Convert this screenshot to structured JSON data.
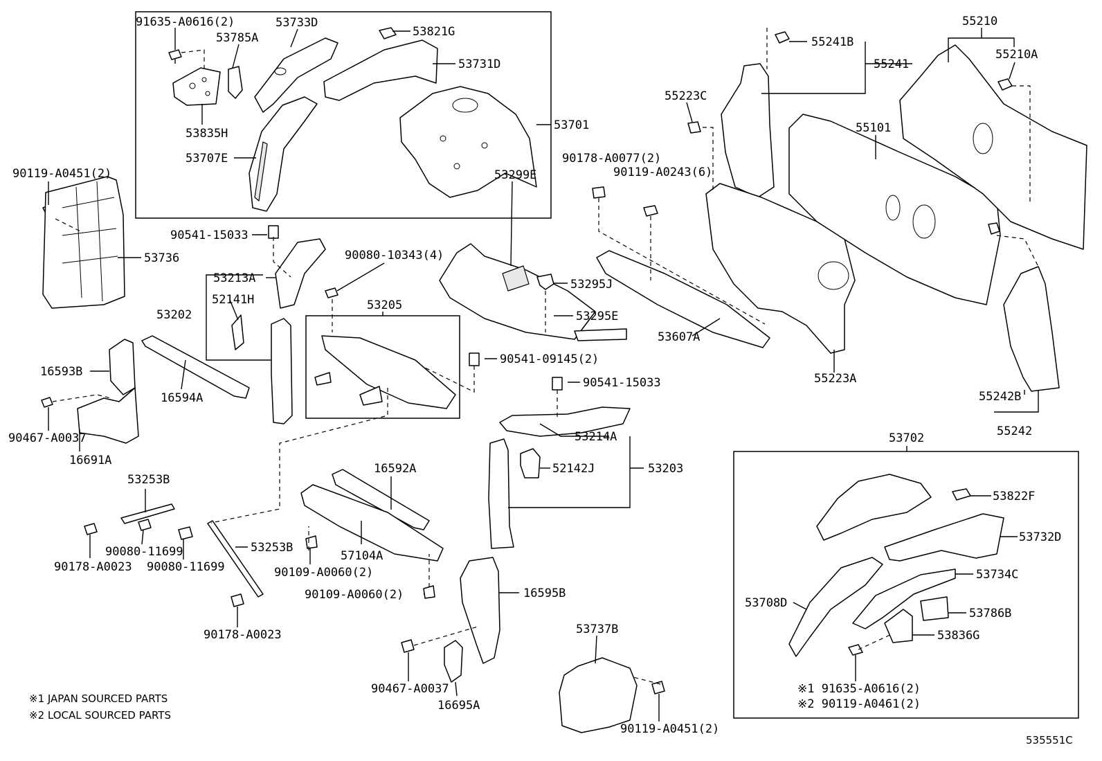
{
  "diagram_id": "535551C",
  "notes": [
    "※1 JAPAN SOURCED PARTS",
    "※2 LOCAL SOURCED PARTS"
  ],
  "labels": {
    "p91635_A0616_top": "91635-A0616(2)",
    "p53733D": "53733D",
    "p53785A": "53785A",
    "p53821G": "53821G",
    "p53731D": "53731D",
    "p53835H": "53835H",
    "p53707E": "53707E",
    "p53701": "53701",
    "p90119_A0451_left": "90119-A0451(2)",
    "p53736": "53736",
    "p90541_15033_a": "90541-15033",
    "p53213A": "53213A",
    "p52141H": "52141H",
    "p53202": "53202",
    "p16593B": "16593B",
    "p16594A": "16594A",
    "p90467_A0037_left": "90467-A0037",
    "p16691A": "16691A",
    "p90080_10343": "90080-10343(4)",
    "p53205": "53205",
    "p53299E": "53299E",
    "p53295J": "53295J",
    "p53295E": "53295E",
    "p90178_A0077": "90178-A0077(2)",
    "p90119_A0243": "90119-A0243(6)",
    "p53607A": "53607A",
    "p55223C": "55223C",
    "p55241B": "55241B",
    "p55241": "55241",
    "p55210": "55210",
    "p55210A": "55210A",
    "p55101": "55101",
    "p55223A": "55223A",
    "p55242B": "55242B",
    "p55242": "55242",
    "p90541_09145": "90541-09145(2)",
    "p90541_15033_b": "90541-15033",
    "p53214A": "53214A",
    "p52142J": "52142J",
    "p53203": "53203",
    "p53253B_a": "53253B",
    "p53253B_b": "53253B",
    "p90080_11699_a": "90080-11699",
    "p90080_11699_b": "90080-11699",
    "p90178_A0023_a": "90178-A0023",
    "p90178_A0023_b": "90178-A0023",
    "p16592A": "16592A",
    "p57104A": "57104A",
    "p90109_A0060_a": "90109-A0060(2)",
    "p90109_A0060_b": "90109-A0060(2)",
    "p16595B": "16595B",
    "p90467_A0037_bottom": "90467-A0037",
    "p16695A": "16695A",
    "p53737B": "53737B",
    "p90119_A0451_bottom": "90119-A0451(2)",
    "p53702": "53702",
    "p53822F": "53822F",
    "p53732D": "53732D",
    "p53734C": "53734C",
    "p53708D": "53708D",
    "p53786B": "53786B",
    "p53836G": "53836G",
    "p91635_A0616_bottom": "※1 91635-A0616(2)",
    "p90119_A0461": "※2 90119-A0461(2)"
  }
}
